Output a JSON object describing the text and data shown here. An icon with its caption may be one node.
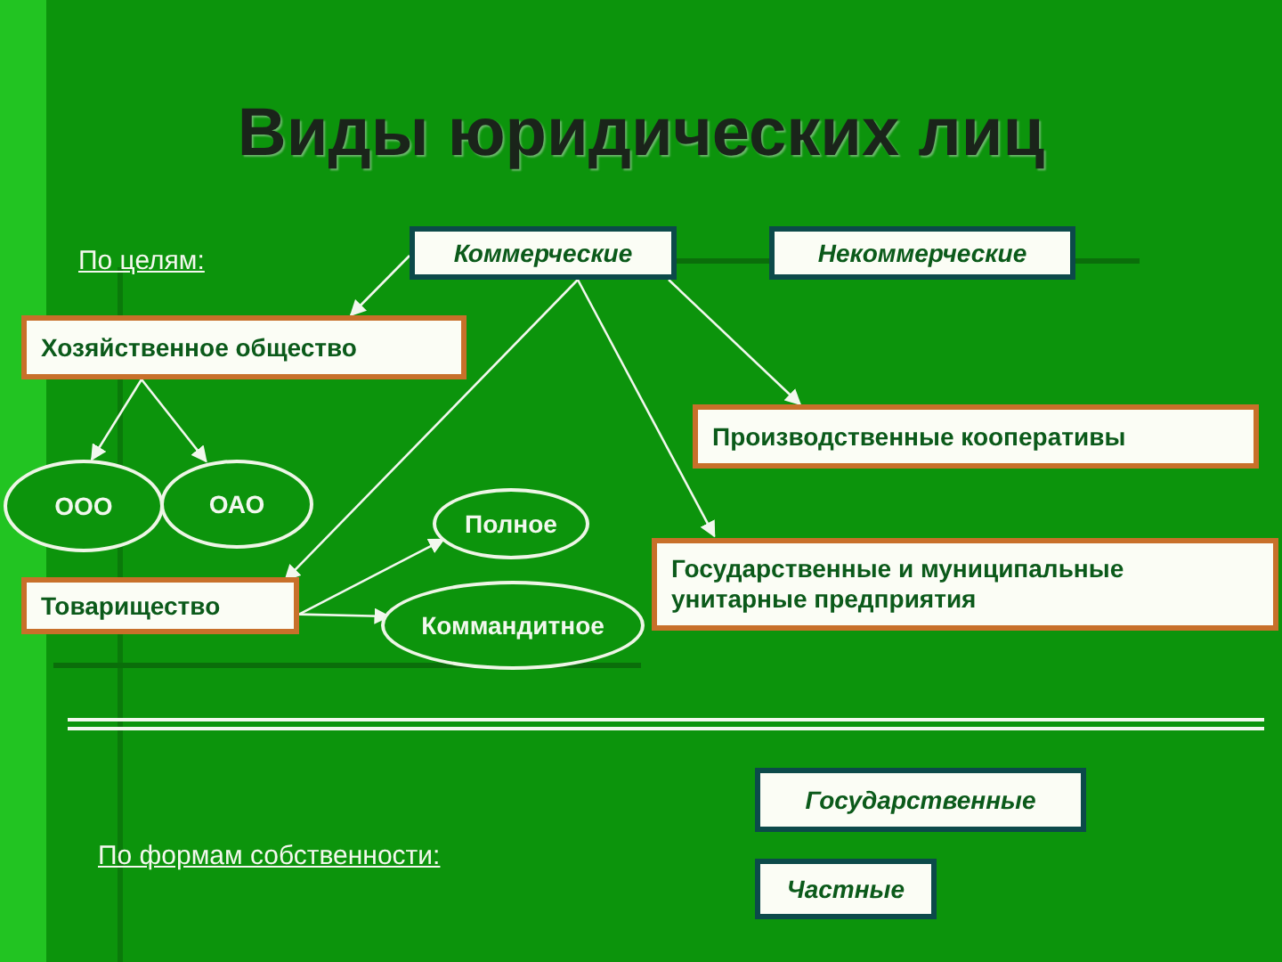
{
  "diagram": {
    "title": "Виды юридических лиц",
    "nodes": [
      {
        "text": [
          "Коммерческие"
        ]
      },
      {
        "text": [
          "Некоммерческие"
        ]
      },
      {
        "text": [
          "Хозяйственное общество"
        ]
      },
      {
        "text": [
          "Производственные кооперативы"
        ]
      },
      {
        "text": [
          "ООО"
        ]
      },
      {
        "text": [
          "ОАО"
        ]
      },
      {
        "text": [
          "Полное"
        ]
      },
      {
        "text": [
          "Товарищество"
        ]
      },
      {
        "text": [
          "Коммандитное"
        ]
      },
      {
        "text": [
          "Государственные и муниципальные унитарные предприятия"
        ]
      },
      {
        "text": [
          "Государственные"
        ]
      },
      {
        "text": [
          "Частные"
        ]
      }
    ],
    "edges": [
      {
        "from": 0,
        "to": 2,
        "arrow": "to"
      },
      {
        "from": 0,
        "to": 3,
        "arrow": "to"
      },
      {
        "from": 0,
        "to": 7,
        "arrow": "to"
      },
      {
        "from": 0,
        "to": 9,
        "arrow": "to"
      },
      {
        "from": 2,
        "to": 4,
        "arrow": "to"
      },
      {
        "from": 2,
        "to": 5,
        "arrow": "to"
      },
      {
        "from": 7,
        "to": 6,
        "arrow": "to"
      },
      {
        "from": 7,
        "to": 8,
        "arrow": "to"
      }
    ],
    "labels": [
      "По целям:",
      "По формам собственности:"
    ]
  }
}
